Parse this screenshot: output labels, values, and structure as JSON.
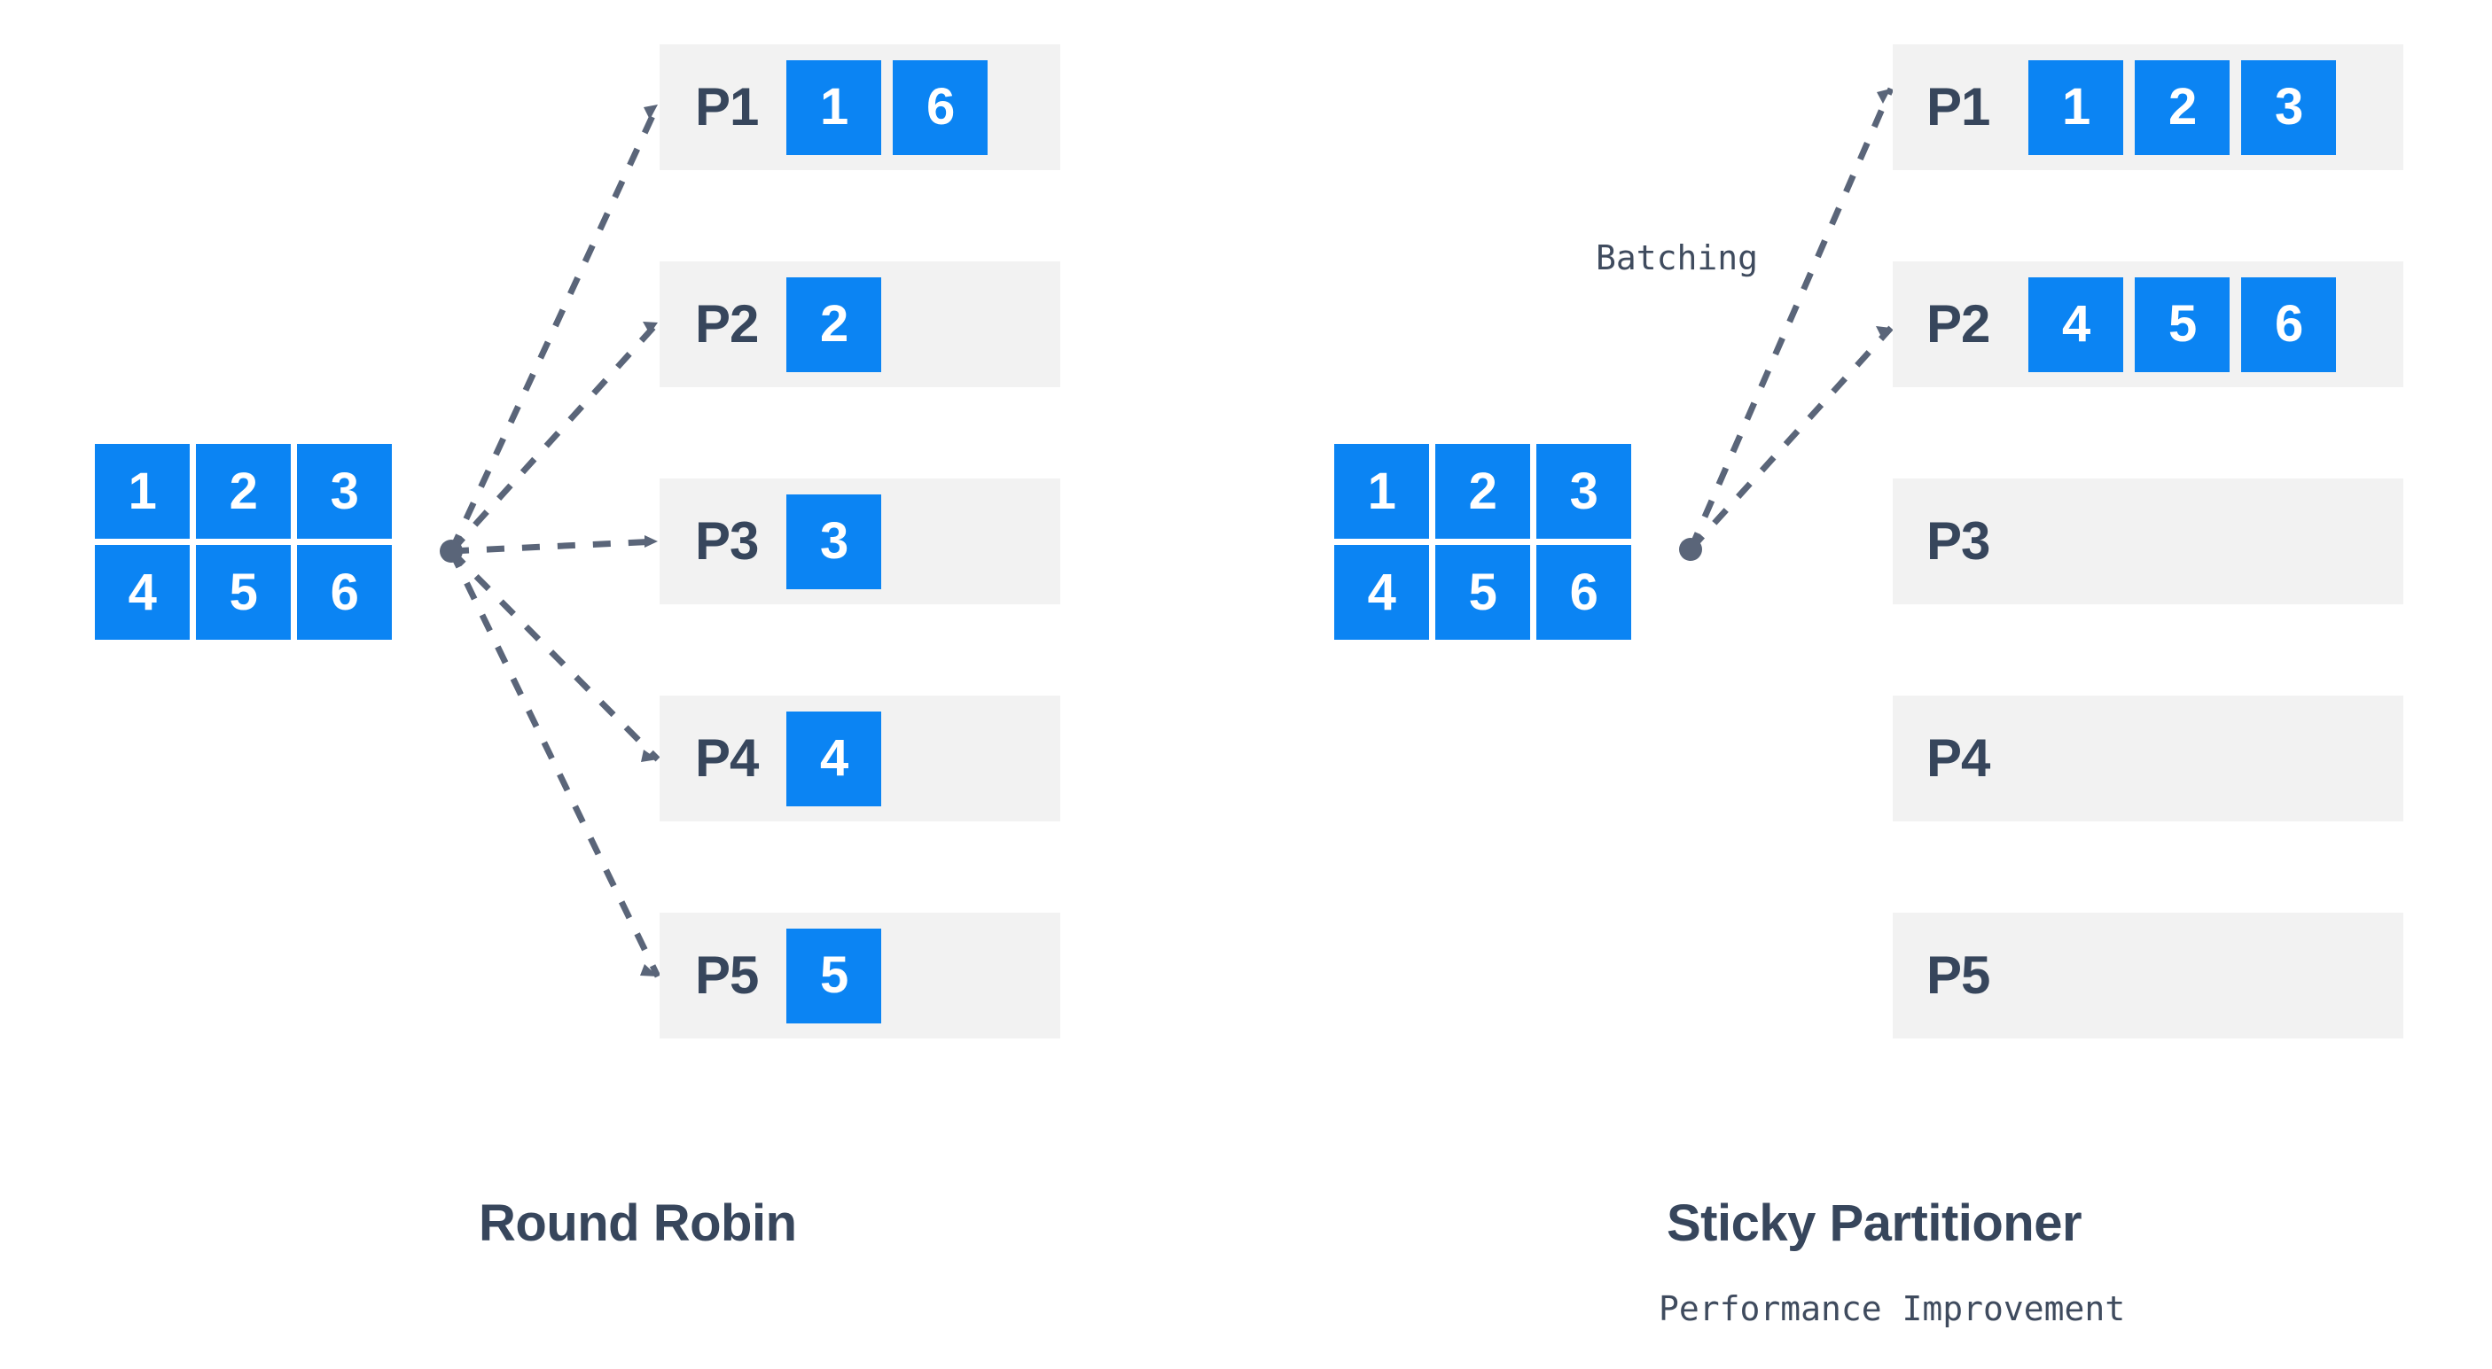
{
  "colors": {
    "message_blue": "#0b84f3",
    "row_gray": "#f2f2f2",
    "text_slate": "#37465c",
    "connector": "#5a6579",
    "background": "#ffffff"
  },
  "diagram": {
    "type": "comparison-diagram",
    "panels": [
      {
        "id": "round-robin",
        "title": "Round Robin",
        "subtitle": "",
        "annotation": "",
        "source": {
          "name": "message-batch",
          "rows": [
            [
              "1",
              "2",
              "3"
            ],
            [
              "4",
              "5",
              "6"
            ]
          ]
        },
        "partitions": [
          {
            "label": "P1",
            "messages": [
              "1",
              "6"
            ]
          },
          {
            "label": "P2",
            "messages": [
              "2"
            ]
          },
          {
            "label": "P3",
            "messages": [
              "3"
            ]
          },
          {
            "label": "P4",
            "messages": [
              "4"
            ]
          },
          {
            "label": "P5",
            "messages": [
              "5"
            ]
          }
        ]
      },
      {
        "id": "sticky-partitioner",
        "title": "Sticky Partitioner",
        "subtitle": "Performance Improvement",
        "annotation": "Batching",
        "source": {
          "name": "message-batch",
          "rows": [
            [
              "1",
              "2",
              "3"
            ],
            [
              "4",
              "5",
              "6"
            ]
          ]
        },
        "partitions": [
          {
            "label": "P1",
            "messages": [
              "1",
              "2",
              "3"
            ]
          },
          {
            "label": "P2",
            "messages": [
              "4",
              "5",
              "6"
            ]
          },
          {
            "label": "P3",
            "messages": []
          },
          {
            "label": "P4",
            "messages": []
          },
          {
            "label": "P5",
            "messages": []
          }
        ]
      }
    ]
  },
  "left": {
    "title": "Round Robin",
    "source": {
      "r0c0": "1",
      "r0c1": "2",
      "r0c2": "3",
      "r1c0": "4",
      "r1c1": "5",
      "r1c2": "6"
    },
    "p1": {
      "label": "P1",
      "m0": "1",
      "m1": "6"
    },
    "p2": {
      "label": "P2",
      "m0": "2"
    },
    "p3": {
      "label": "P3",
      "m0": "3"
    },
    "p4": {
      "label": "P4",
      "m0": "4"
    },
    "p5": {
      "label": "P5",
      "m0": "5"
    }
  },
  "right": {
    "title": "Sticky Partitioner",
    "subtitle": "Performance Improvement",
    "annotation": "Batching",
    "source": {
      "r0c0": "1",
      "r0c1": "2",
      "r0c2": "3",
      "r1c0": "4",
      "r1c1": "5",
      "r1c2": "6"
    },
    "p1": {
      "label": "P1",
      "m0": "1",
      "m1": "2",
      "m2": "3"
    },
    "p2": {
      "label": "P2",
      "m0": "4",
      "m1": "5",
      "m2": "6"
    },
    "p3": {
      "label": "P3"
    },
    "p4": {
      "label": "P4"
    },
    "p5": {
      "label": "P5"
    }
  }
}
